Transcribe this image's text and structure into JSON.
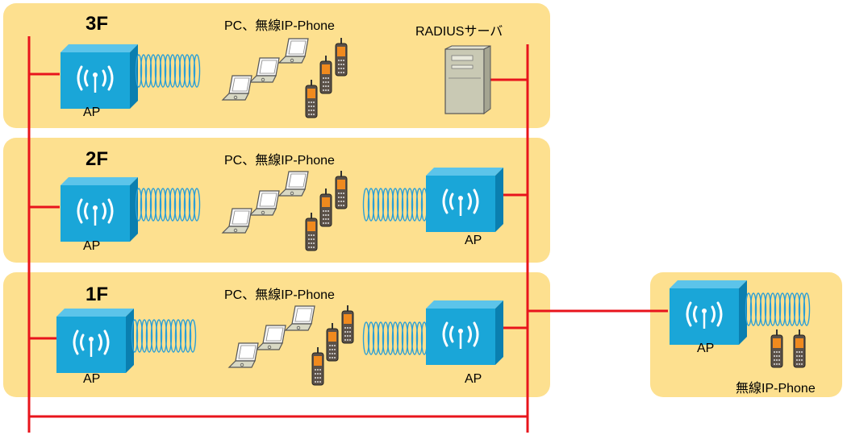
{
  "floors": {
    "f3": {
      "label": "3F",
      "devices_label": "PC、無線IP-Phone",
      "server_label": "RADIUSサーバ",
      "ap_label": "AP"
    },
    "f2": {
      "label": "2F",
      "devices_label": "PC、無線IP-Phone",
      "ap_left_label": "AP",
      "ap_right_label": "AP"
    },
    "f1": {
      "label": "1F",
      "devices_label": "PC、無線IP-Phone",
      "ap_left_label": "AP",
      "ap_right_label": "AP"
    }
  },
  "remote": {
    "ap_label": "AP",
    "phone_label": "無線IP-Phone"
  },
  "colors": {
    "floor_bg": "#fde08f",
    "wire": "#e8141c",
    "ap_front": "#1aa6d8",
    "ap_top": "#5cc4ea",
    "ap_side": "#0a7fb0",
    "coil": "#2a9fd6"
  },
  "icons": [
    "access-point-icon",
    "laptop-icon",
    "phone-icon",
    "server-icon",
    "radio-wave-icon"
  ]
}
